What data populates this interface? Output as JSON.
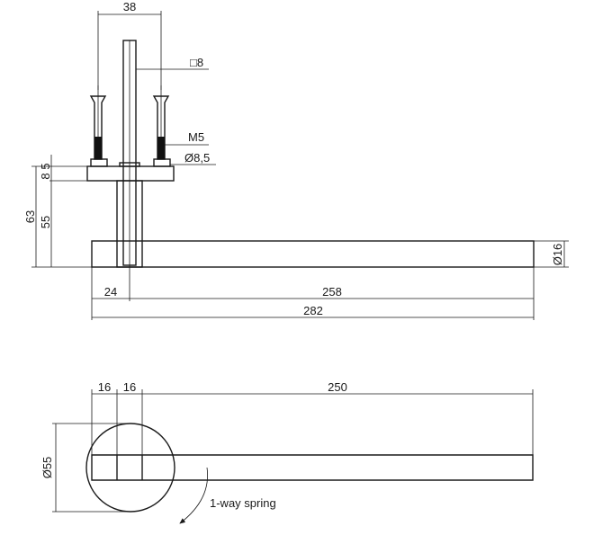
{
  "side_view": {
    "dimensions": {
      "pin_spacing": "38",
      "spindle_square": "□8",
      "screw_thread": "M5",
      "screw_hole": "Ø8,5",
      "rose_thickness": "8",
      "rose_offset": "5",
      "neck_height": "55",
      "total_height": "63",
      "lever_diameter": "Ø16",
      "spindle_offset": "24",
      "lever_length": "258",
      "total_length": "282"
    }
  },
  "top_view": {
    "dimensions": {
      "neck_width_1": "16",
      "neck_width_2": "16",
      "lever_length": "250",
      "rose_diameter": "Ø55"
    },
    "annotation": "1-way spring"
  }
}
